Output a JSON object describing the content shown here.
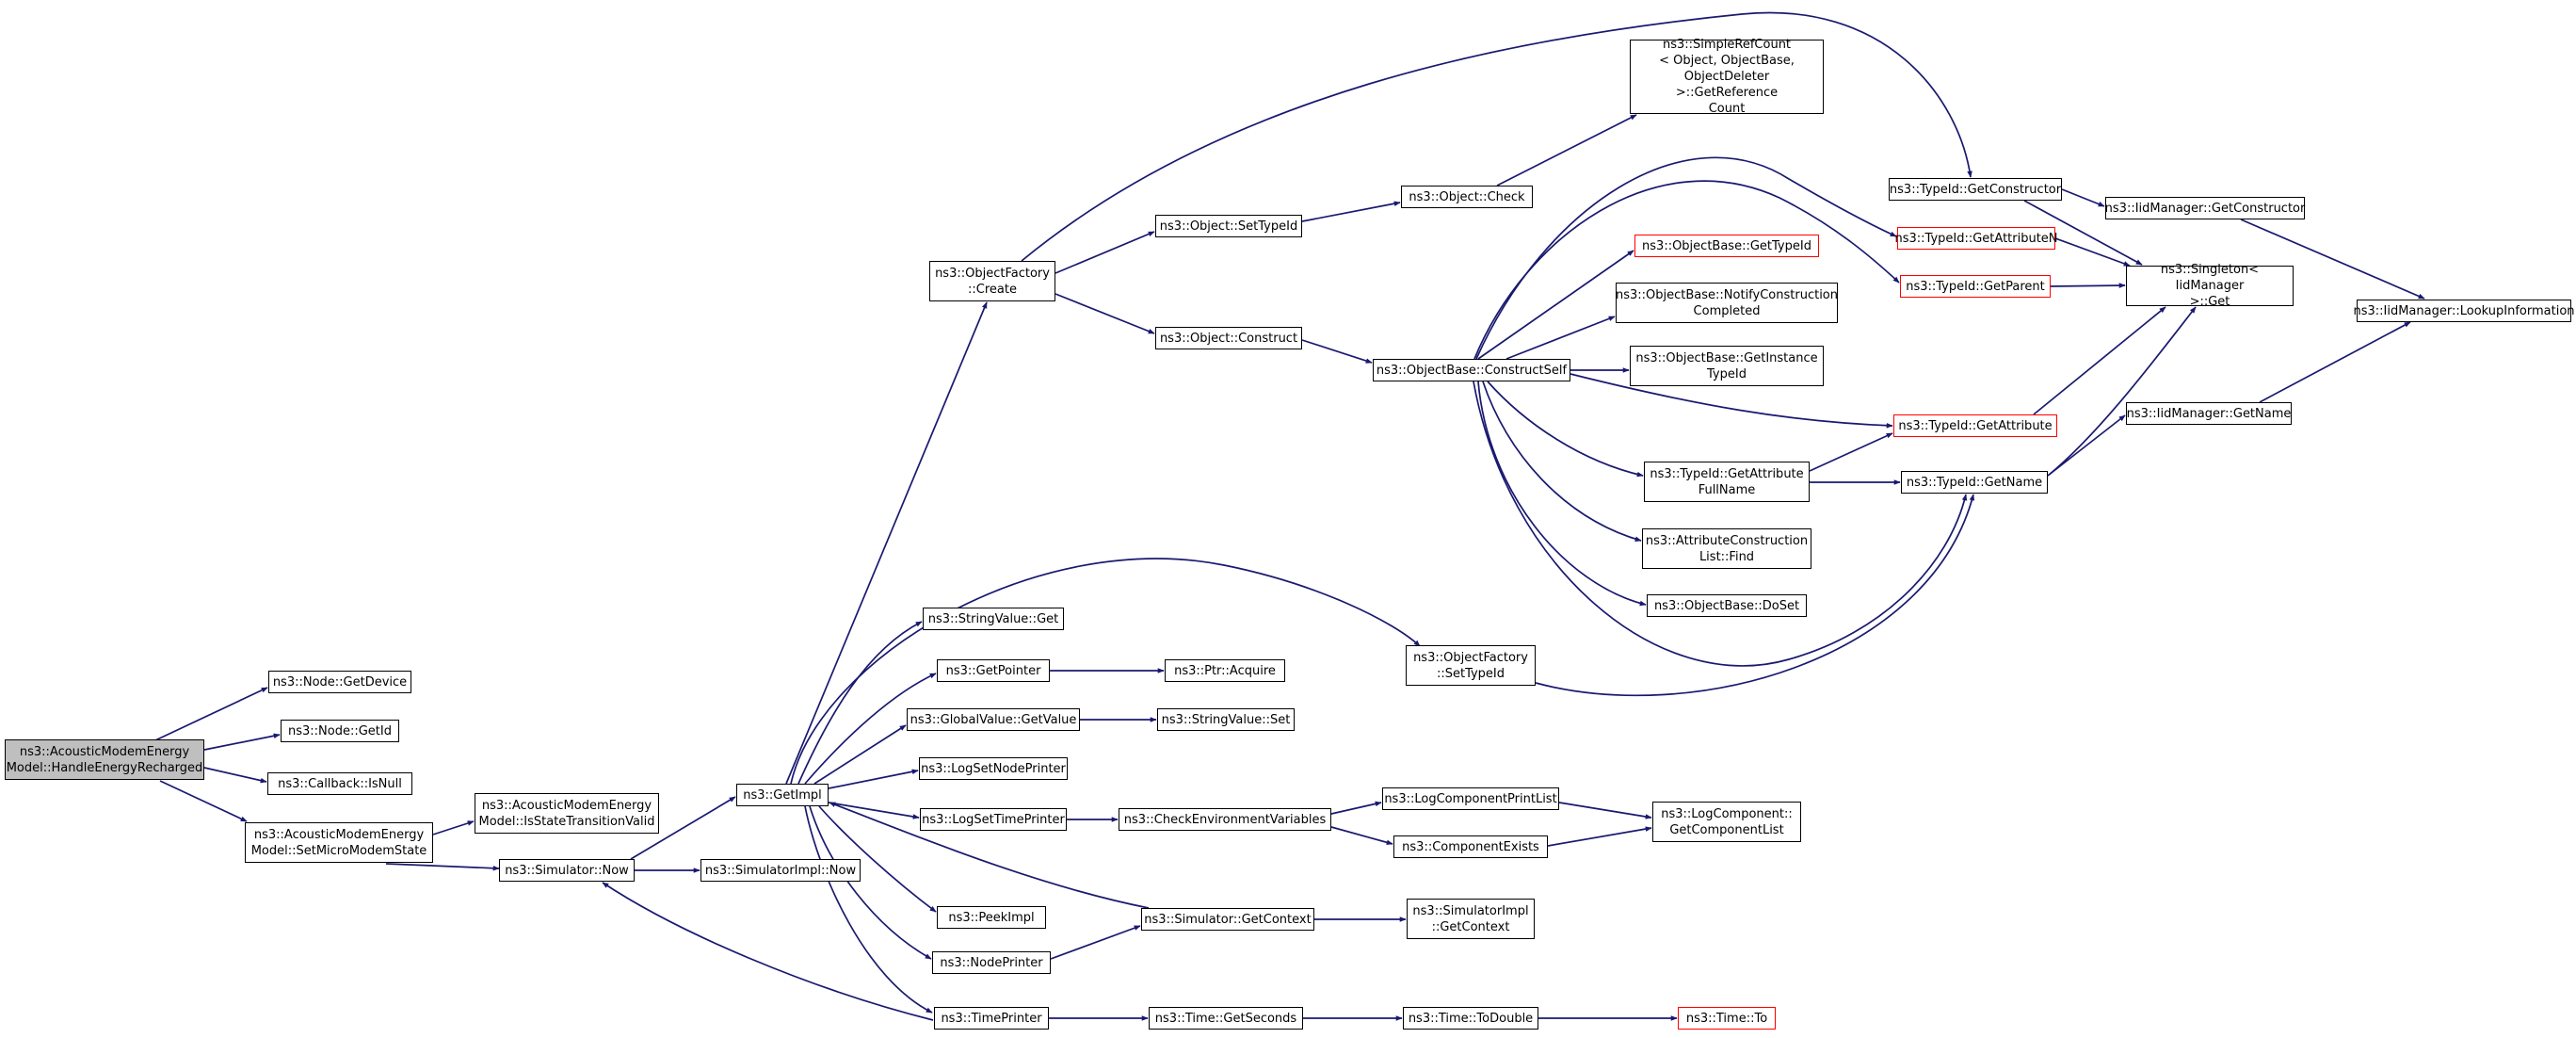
{
  "nodes": {
    "n0": "ns3::AcousticModemEnergy\nModel::HandleEnergyRecharged",
    "n1": "ns3::Node::GetDevice",
    "n2": "ns3::Node::GetId",
    "n3": "ns3::Callback::IsNull",
    "n4": "ns3::AcousticModemEnergy\nModel::SetMicroModemState",
    "n5": "ns3::AcousticModemEnergy\nModel::IsStateTransitionValid",
    "n6": "ns3::Simulator::Now",
    "n7": "ns3::SimulatorImpl::Now",
    "n8": "ns3::GetImpl",
    "n9": "ns3::ObjectFactory\n::Create",
    "n10": "ns3::StringValue::Get",
    "n11": "ns3::GetPointer",
    "n12": "ns3::GlobalValue::GetValue",
    "n13": "ns3::LogSetNodePrinter",
    "n14": "ns3::LogSetTimePrinter",
    "n15": "ns3::PeekImpl",
    "n16": "ns3::NodePrinter",
    "n17": "ns3::TimePrinter",
    "n18": "ns3::Object::SetTypeId",
    "n19": "ns3::Object::Construct",
    "n20": "ns3::Ptr::Acquire",
    "n21": "ns3::StringValue::Set",
    "n22": "ns3::CheckEnvironmentVariables",
    "n23": "ns3::Simulator::GetContext",
    "n24": "ns3::Time::GetSeconds",
    "n25": "ns3::Object::Check",
    "n26": "ns3::ObjectBase::ConstructSelf",
    "n27": "ns3::ObjectFactory\n::SetTypeId",
    "n28": "ns3::LogComponentPrintList",
    "n29": "ns3::ComponentExists",
    "n30": "ns3::SimulatorImpl\n::GetContext",
    "n31": "ns3::Time::ToDouble",
    "n32": "ns3::SimpleRefCount\n< Object, ObjectBase,\nObjectDeleter >::GetReference\nCount",
    "n33": "ns3::ObjectBase::GetTypeId",
    "n34": "ns3::ObjectBase::NotifyConstruction\nCompleted",
    "n35": "ns3::ObjectBase::GetInstance\nTypeId",
    "n36": "ns3::TypeId::GetAttribute\nFullName",
    "n37": "ns3::AttributeConstruction\nList::Find",
    "n38": "ns3::ObjectBase::DoSet",
    "n39": "ns3::LogComponent::\nGetComponentList",
    "n40": "ns3::Time::To",
    "n41": "ns3::TypeId::GetConstructor",
    "n42": "ns3::TypeId::GetAttributeN",
    "n43": "ns3::TypeId::GetParent",
    "n44": "ns3::TypeId::GetAttribute",
    "n45": "ns3::TypeId::GetName",
    "n46": "ns3::IidManager::GetConstructor",
    "n47": "ns3::Singleton< IidManager\n>::Get",
    "n48": "ns3::IidManager::GetName",
    "n49": "ns3::IidManager::LookupInformation"
  },
  "colors": {
    "edge": "#191970",
    "node_border": "#000000",
    "highlight_border": "#ff0000",
    "current_fill": "#bfbfbf"
  }
}
